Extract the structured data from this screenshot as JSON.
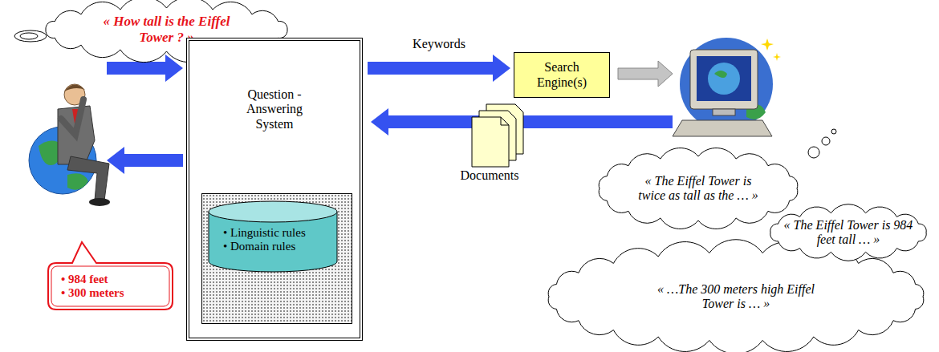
{
  "diagram": {
    "nodes": [
      {
        "text": [
          "« How tall is the Eiffel Tower ? »"
        ]
      },
      {
        "text": [
          "Question - Answering System"
        ]
      },
      {
        "text": [
          "• Linguistic rules",
          "• Domain rules"
        ],
        "in": 1
      },
      {
        "text": [
          "Search Engine(s)"
        ]
      },
      {
        "text": [
          "• 984 feet",
          "• 300 meters"
        ]
      },
      {
        "text": [
          "« The Eiffel Tower is twice as tall as the … »"
        ]
      },
      {
        "text": [
          "« The Eiffel Tower is 984 feet tall … »"
        ]
      },
      {
        "text": [
          "« …The 300 meters high Eiffel Tower is … »"
        ]
      }
    ],
    "edges": [
      {
        "from": 1,
        "to": 3,
        "arrow": "to",
        "label": "Keywords"
      }
    ],
    "labels": [
      "Documents"
    ]
  }
}
